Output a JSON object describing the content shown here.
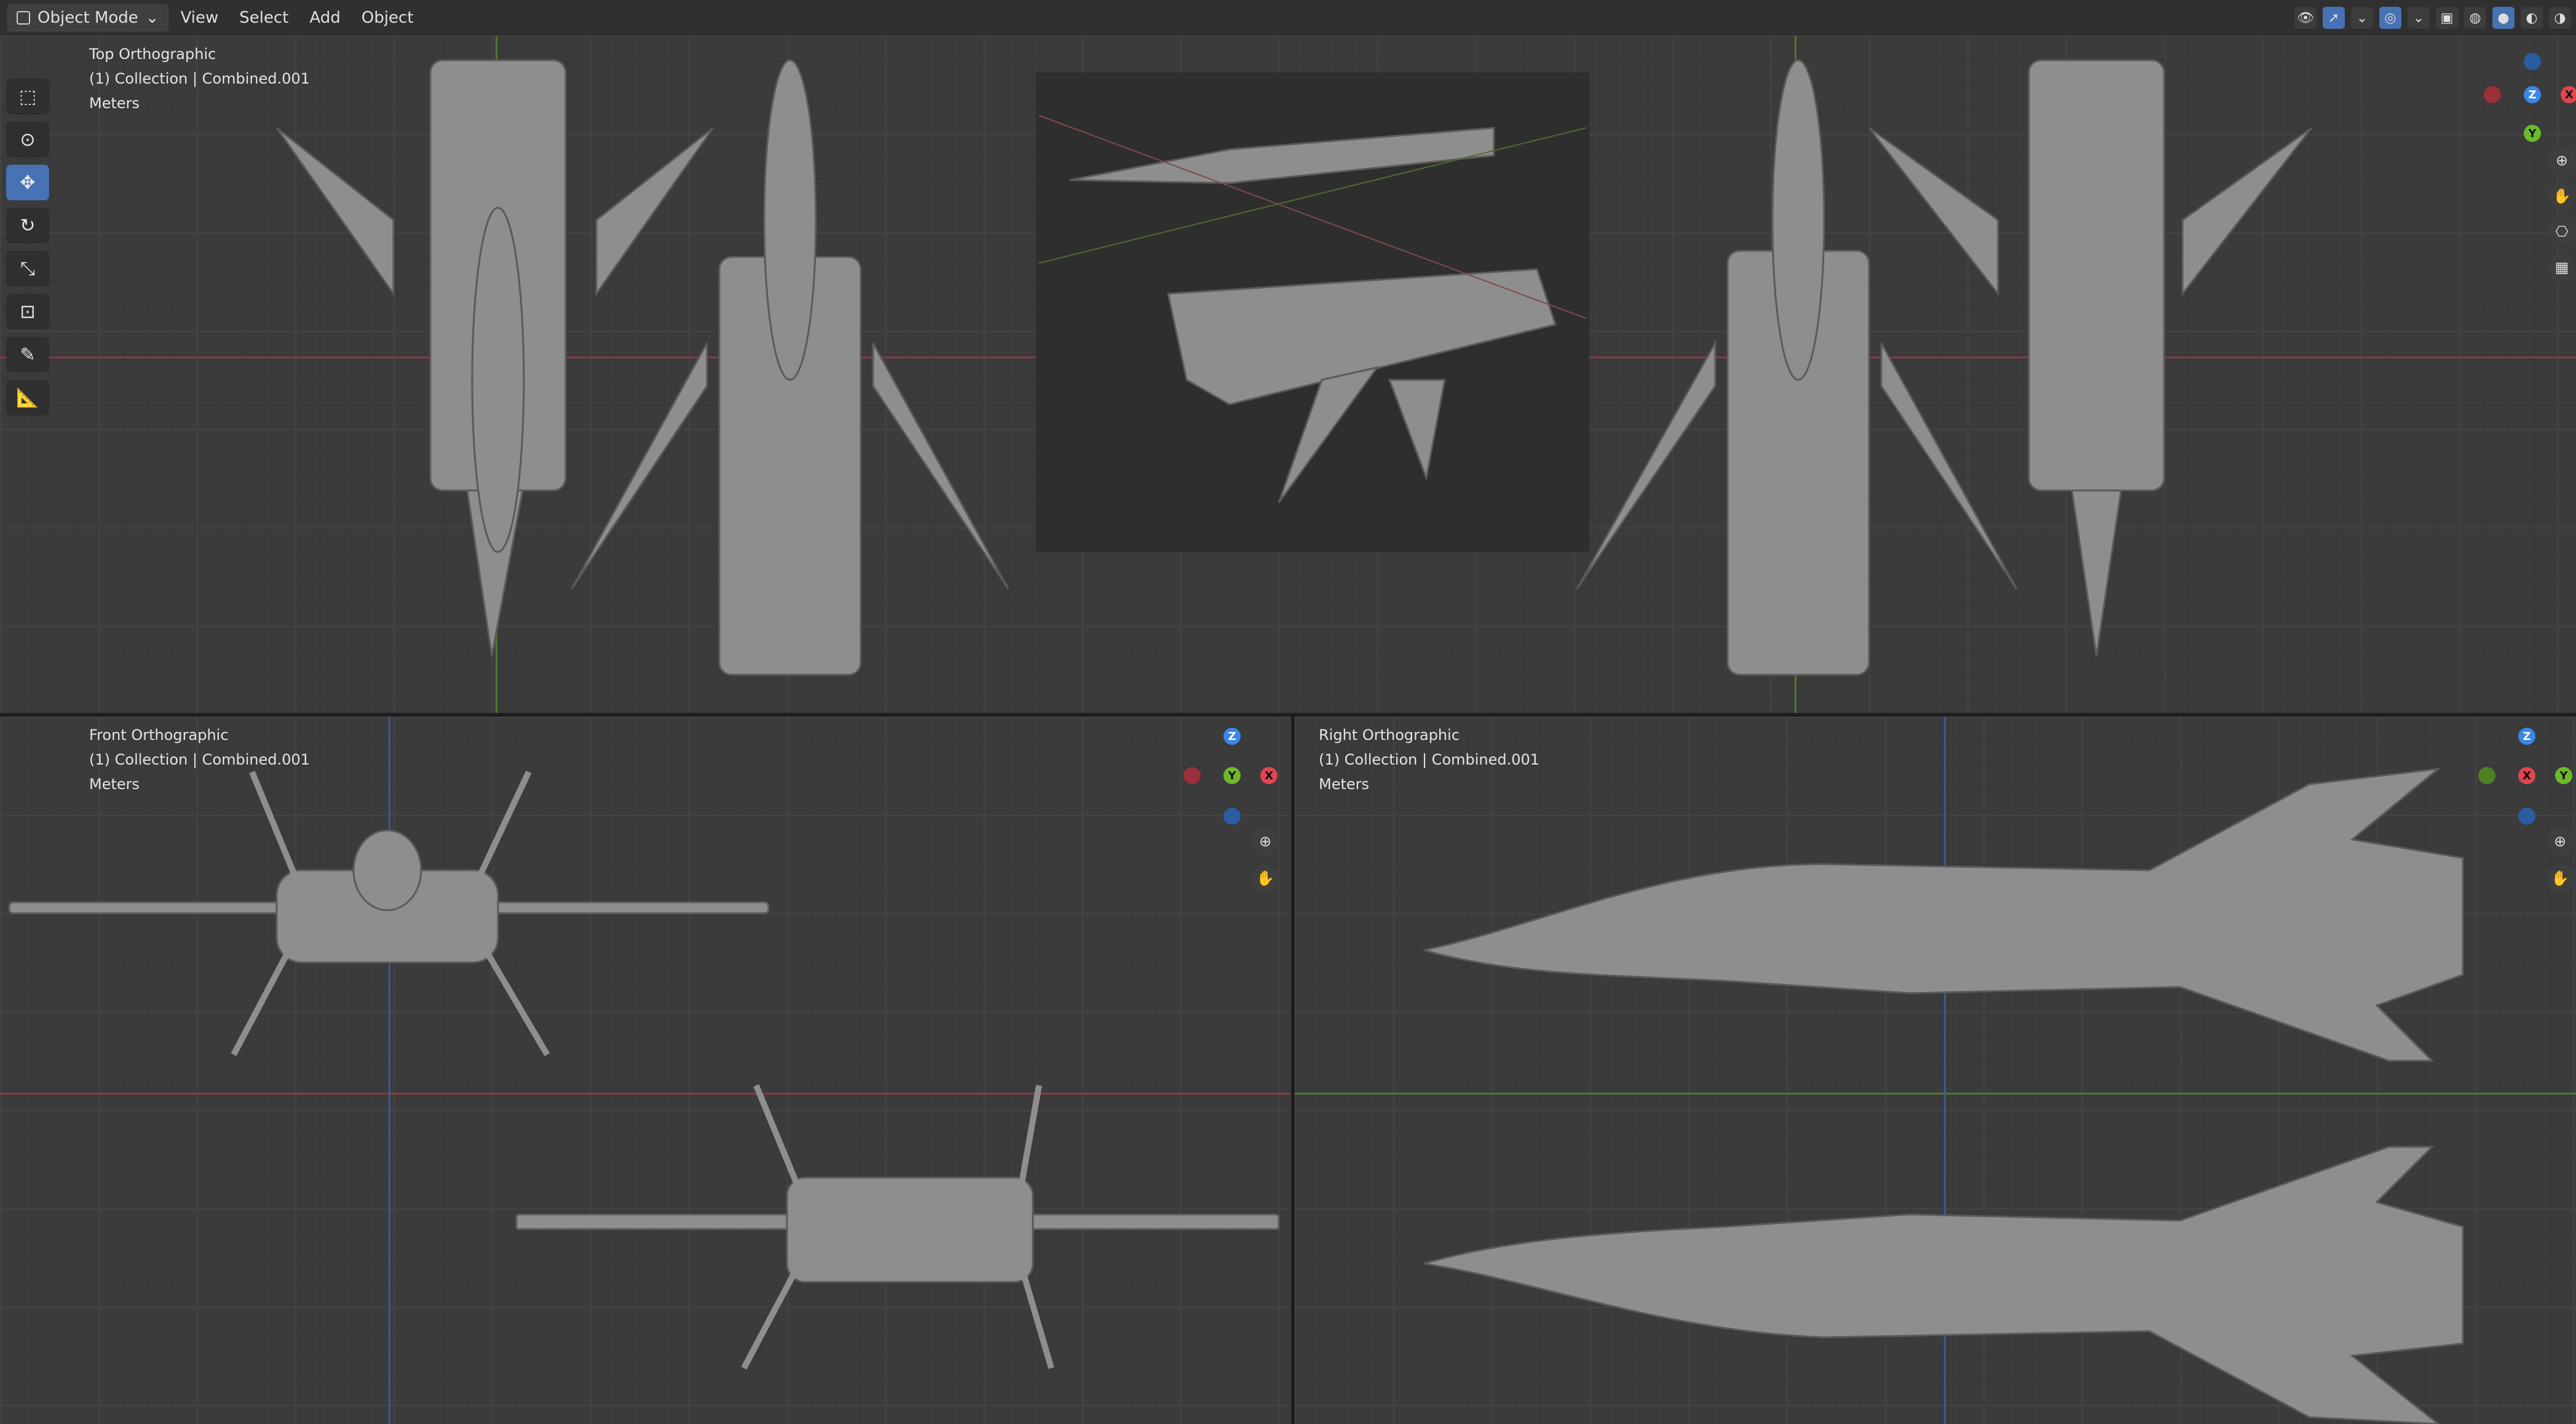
{
  "header": {
    "mode_label": "Object Mode",
    "menu": [
      "View",
      "Select",
      "Add",
      "Object"
    ]
  },
  "viewports": {
    "top": {
      "view_name": "Top Orthographic",
      "collection": "(1) Collection | Combined.001",
      "units": "Meters"
    },
    "front": {
      "view_name": "Front Orthographic",
      "collection": "(1) Collection | Combined.001",
      "units": "Meters"
    },
    "right": {
      "view_name": "Right Orthographic",
      "collection": "(1) Collection | Combined.001",
      "units": "Meters"
    }
  },
  "gizmo": {
    "x": "X",
    "y": "Y",
    "z": "Z"
  },
  "colors": {
    "x_axis": "#e04450",
    "y_axis": "#6cba2b",
    "z_axis": "#3b86e8",
    "active_tool": "#4772b3",
    "model": "#8e8e8e"
  },
  "toolbar_icons": [
    "select-box-icon",
    "cursor-icon",
    "move-icon",
    "rotate-icon",
    "scale-icon",
    "transform-icon",
    "annotate-icon",
    "measure-icon"
  ]
}
